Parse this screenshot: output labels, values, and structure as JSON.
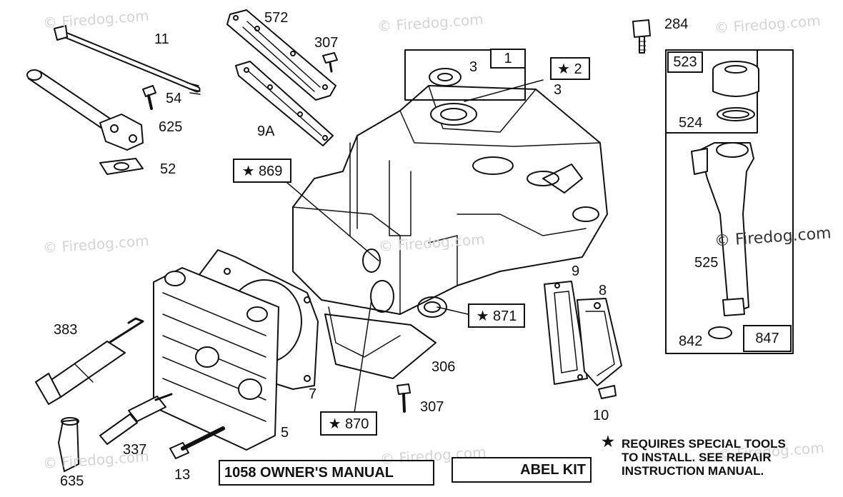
{
  "watermark": "© Firedog.com",
  "labels": {
    "p11": "11",
    "p54": "54",
    "p625": "625",
    "p52": "52",
    "p572": "572",
    "p307a": "307",
    "p9a": "9A",
    "p3a": "3",
    "p1": "1",
    "p2": "★ 2",
    "p3b": "3",
    "p284": "284",
    "p523": "523",
    "p524": "524",
    "p525": "525",
    "p842": "842",
    "p847": "847",
    "p869": "★ 869",
    "p871": "★ 871",
    "p870": "★ 870",
    "p9": "9",
    "p8": "8",
    "p10": "10",
    "p306": "306",
    "p307b": "307",
    "p383": "383",
    "p7": "7",
    "p5": "5",
    "p337": "337",
    "p13": "13",
    "p635": "635"
  },
  "note": {
    "star": "★",
    "line1": "REQUIRES SPECIAL TOOLS",
    "line2": "TO INSTALL.  SEE REPAIR",
    "line3": "INSTRUCTION MANUAL."
  },
  "kits": {
    "owners": "1058 OWNER'S MANUAL",
    "label": "ABEL KIT"
  }
}
